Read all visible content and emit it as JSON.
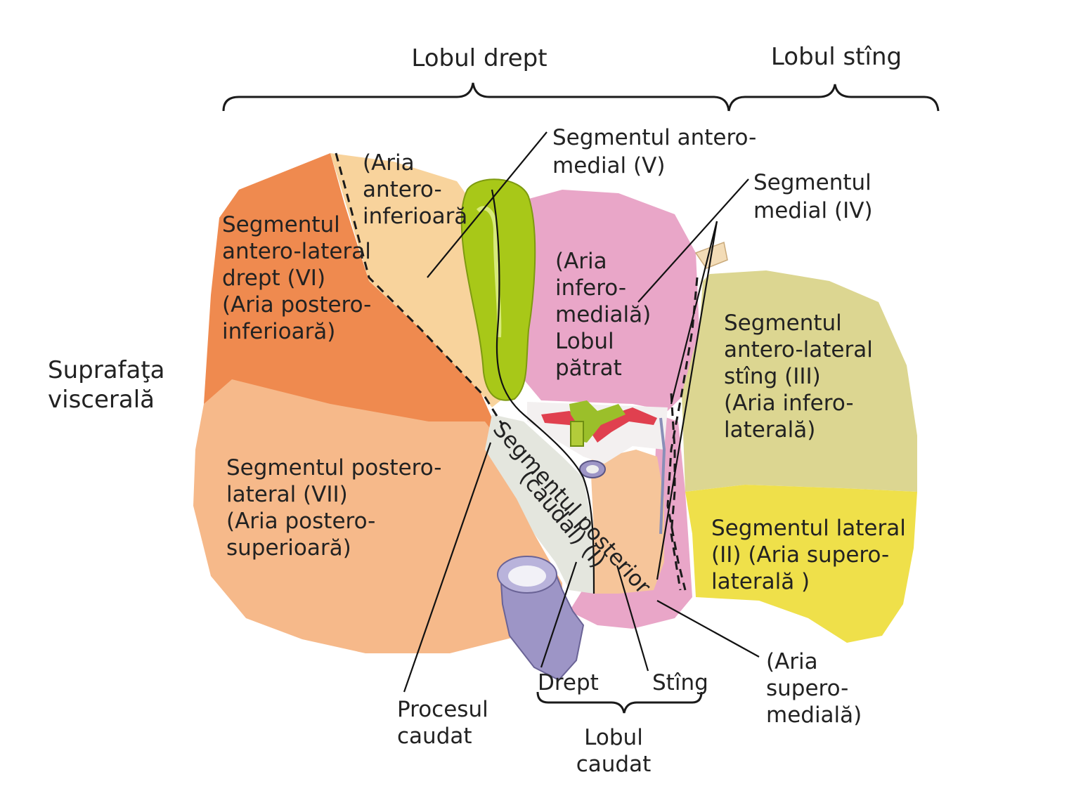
{
  "lobes": {
    "right": "Lobul drept",
    "left": "Lobul stîng",
    "caudate_line1": "Lobul",
    "caudate_line2": "caudat"
  },
  "surface": {
    "line1": "Suprafaţa",
    "line2": "viscerală"
  },
  "segments": {
    "antero_lateral_right": [
      "Segmentul",
      "antero-lateral",
      "drept (VI)",
      "(Aria postero-",
      "inferioară)"
    ],
    "antero_inferior_area": [
      "(Aria",
      "antero-",
      "inferioară"
    ],
    "antero_medial": [
      "Segmentul antero-",
      "medial (V)"
    ],
    "medial": [
      "Segmentul",
      "medial (IV)"
    ],
    "infero_medial": [
      "(Aria",
      "infero-",
      "medială)",
      "Lobul",
      "pătrat"
    ],
    "antero_lateral_left": [
      "Segmentul",
      "antero-lateral",
      "stîng (III)",
      "(Aria infero-",
      "laterală)"
    ],
    "postero_lateral": [
      "Segmentul postero-",
      "lateral (VII)",
      "(Aria postero-",
      "superioară)"
    ],
    "lateral": [
      "Segmentul lateral",
      "(II) (Aria supero-",
      "laterală )"
    ],
    "posterior_caudal": {
      "line1": "Segmentul posterior",
      "line2": "(caudal) (I)"
    },
    "supero_medial_area": [
      "(Aria",
      "supero-",
      "medială)"
    ]
  },
  "caudate": {
    "process": [
      "Procesul",
      "caudat"
    ],
    "right": "Drept",
    "left": "Stîng"
  },
  "colors": {
    "orange_deep": "#ef8a4f",
    "orange_light": "#f6b98a",
    "peach": "#f8d39c",
    "pink": "#e9a6c8",
    "olive": "#dcd691",
    "yellow": "#efe04a",
    "gallbladder": "#a8c818",
    "vena_cava": "#9d95c6",
    "artery": "#e0404f",
    "portal": "#9bbf2a"
  }
}
